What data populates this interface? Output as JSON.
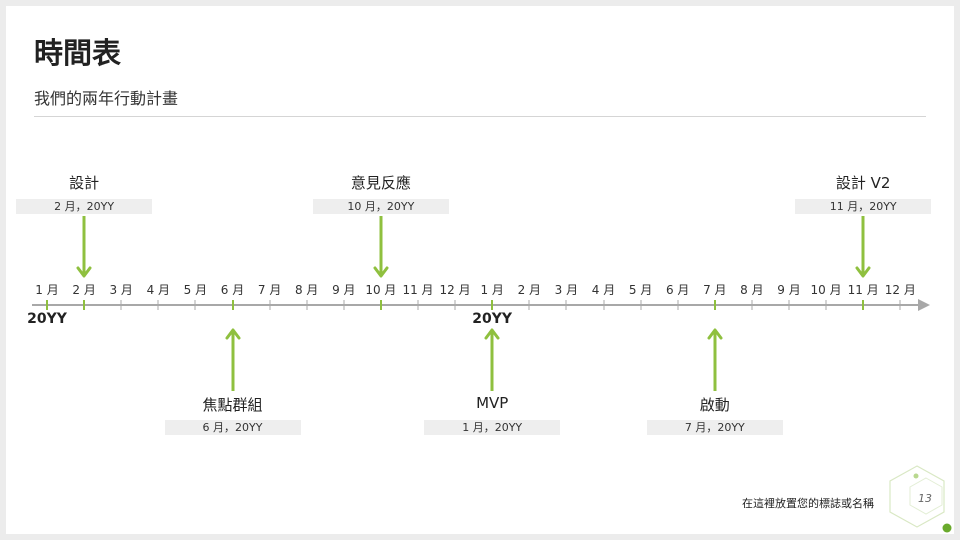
{
  "header": {
    "title": "時間表",
    "subtitle": "我們的兩年行動計畫"
  },
  "timeline": {
    "months": [
      "1 月",
      "2 月",
      "3 月",
      "4 月",
      "5 月",
      "6 月",
      "7 月",
      "8 月",
      "9 月",
      "10 月",
      "11 月",
      "12 月",
      "1 月",
      "2 月",
      "3 月",
      "4 月",
      "5 月",
      "6 月",
      "7 月",
      "8 月",
      "9 月",
      "10 月",
      "11 月",
      "12 月"
    ],
    "years": [
      {
        "label": "20YY",
        "month_index": 0
      },
      {
        "label": "20YY",
        "month_index": 12
      }
    ],
    "milestones_above": [
      {
        "title": "設計",
        "date": "2 月，20YY",
        "month_index": 1
      },
      {
        "title": "意見反應",
        "date": "10 月，20YY",
        "month_index": 9
      },
      {
        "title": "設計 V2",
        "date": "11 月，20YY",
        "month_index": 22
      }
    ],
    "milestones_below": [
      {
        "title": "焦點群組",
        "date": "6 月，20YY",
        "month_index": 5
      },
      {
        "title": "MVP",
        "date": "1 月，20YY",
        "month_index": 12
      },
      {
        "title": "啟動",
        "date": "7 月，20YY",
        "month_index": 18
      }
    ]
  },
  "footer": {
    "logo_text": "在這裡放置您的標誌或名稱",
    "page_number": "13"
  },
  "colors": {
    "accent": "#8fc03f",
    "axis": "#a8a8a8",
    "date_box": "#eeeeee",
    "deco_dot": "#6aaa2c"
  }
}
